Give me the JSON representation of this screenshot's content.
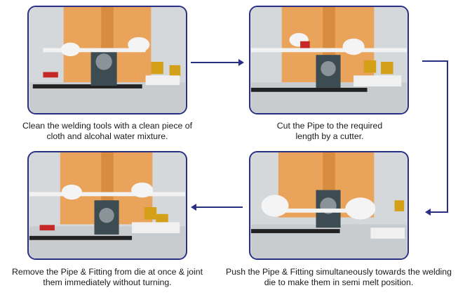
{
  "steps": [
    {
      "photo_icon": "hands-cleaning-welding-tool-photo",
      "caption": [
        "Clean the welding tools with a clean piece of",
        "cloth and alcohal water mixture."
      ]
    },
    {
      "photo_icon": "hands-cutting-pipe-photo",
      "caption": [
        "Cut the Pipe to the required",
        "length by a cutter."
      ]
    },
    {
      "photo_icon": "hands-pushing-pipe-into-die-photo",
      "caption": [
        "Push the Pipe & Fitting simultaneously towards the welding",
        "die to make them in semi melt position."
      ]
    },
    {
      "photo_icon": "hands-joining-pipe-and-fitting-photo",
      "caption": [
        "Remove the Pipe & Fitting from die at once & joint",
        "them immediately without turning."
      ]
    }
  ],
  "colors": {
    "frame": "#2a2f86",
    "arrow": "#2a2f86",
    "shirt": "#e9a35a",
    "glove": "#f4f4f4",
    "pipe": "#f2f2f2",
    "brass": "#d4a017"
  }
}
